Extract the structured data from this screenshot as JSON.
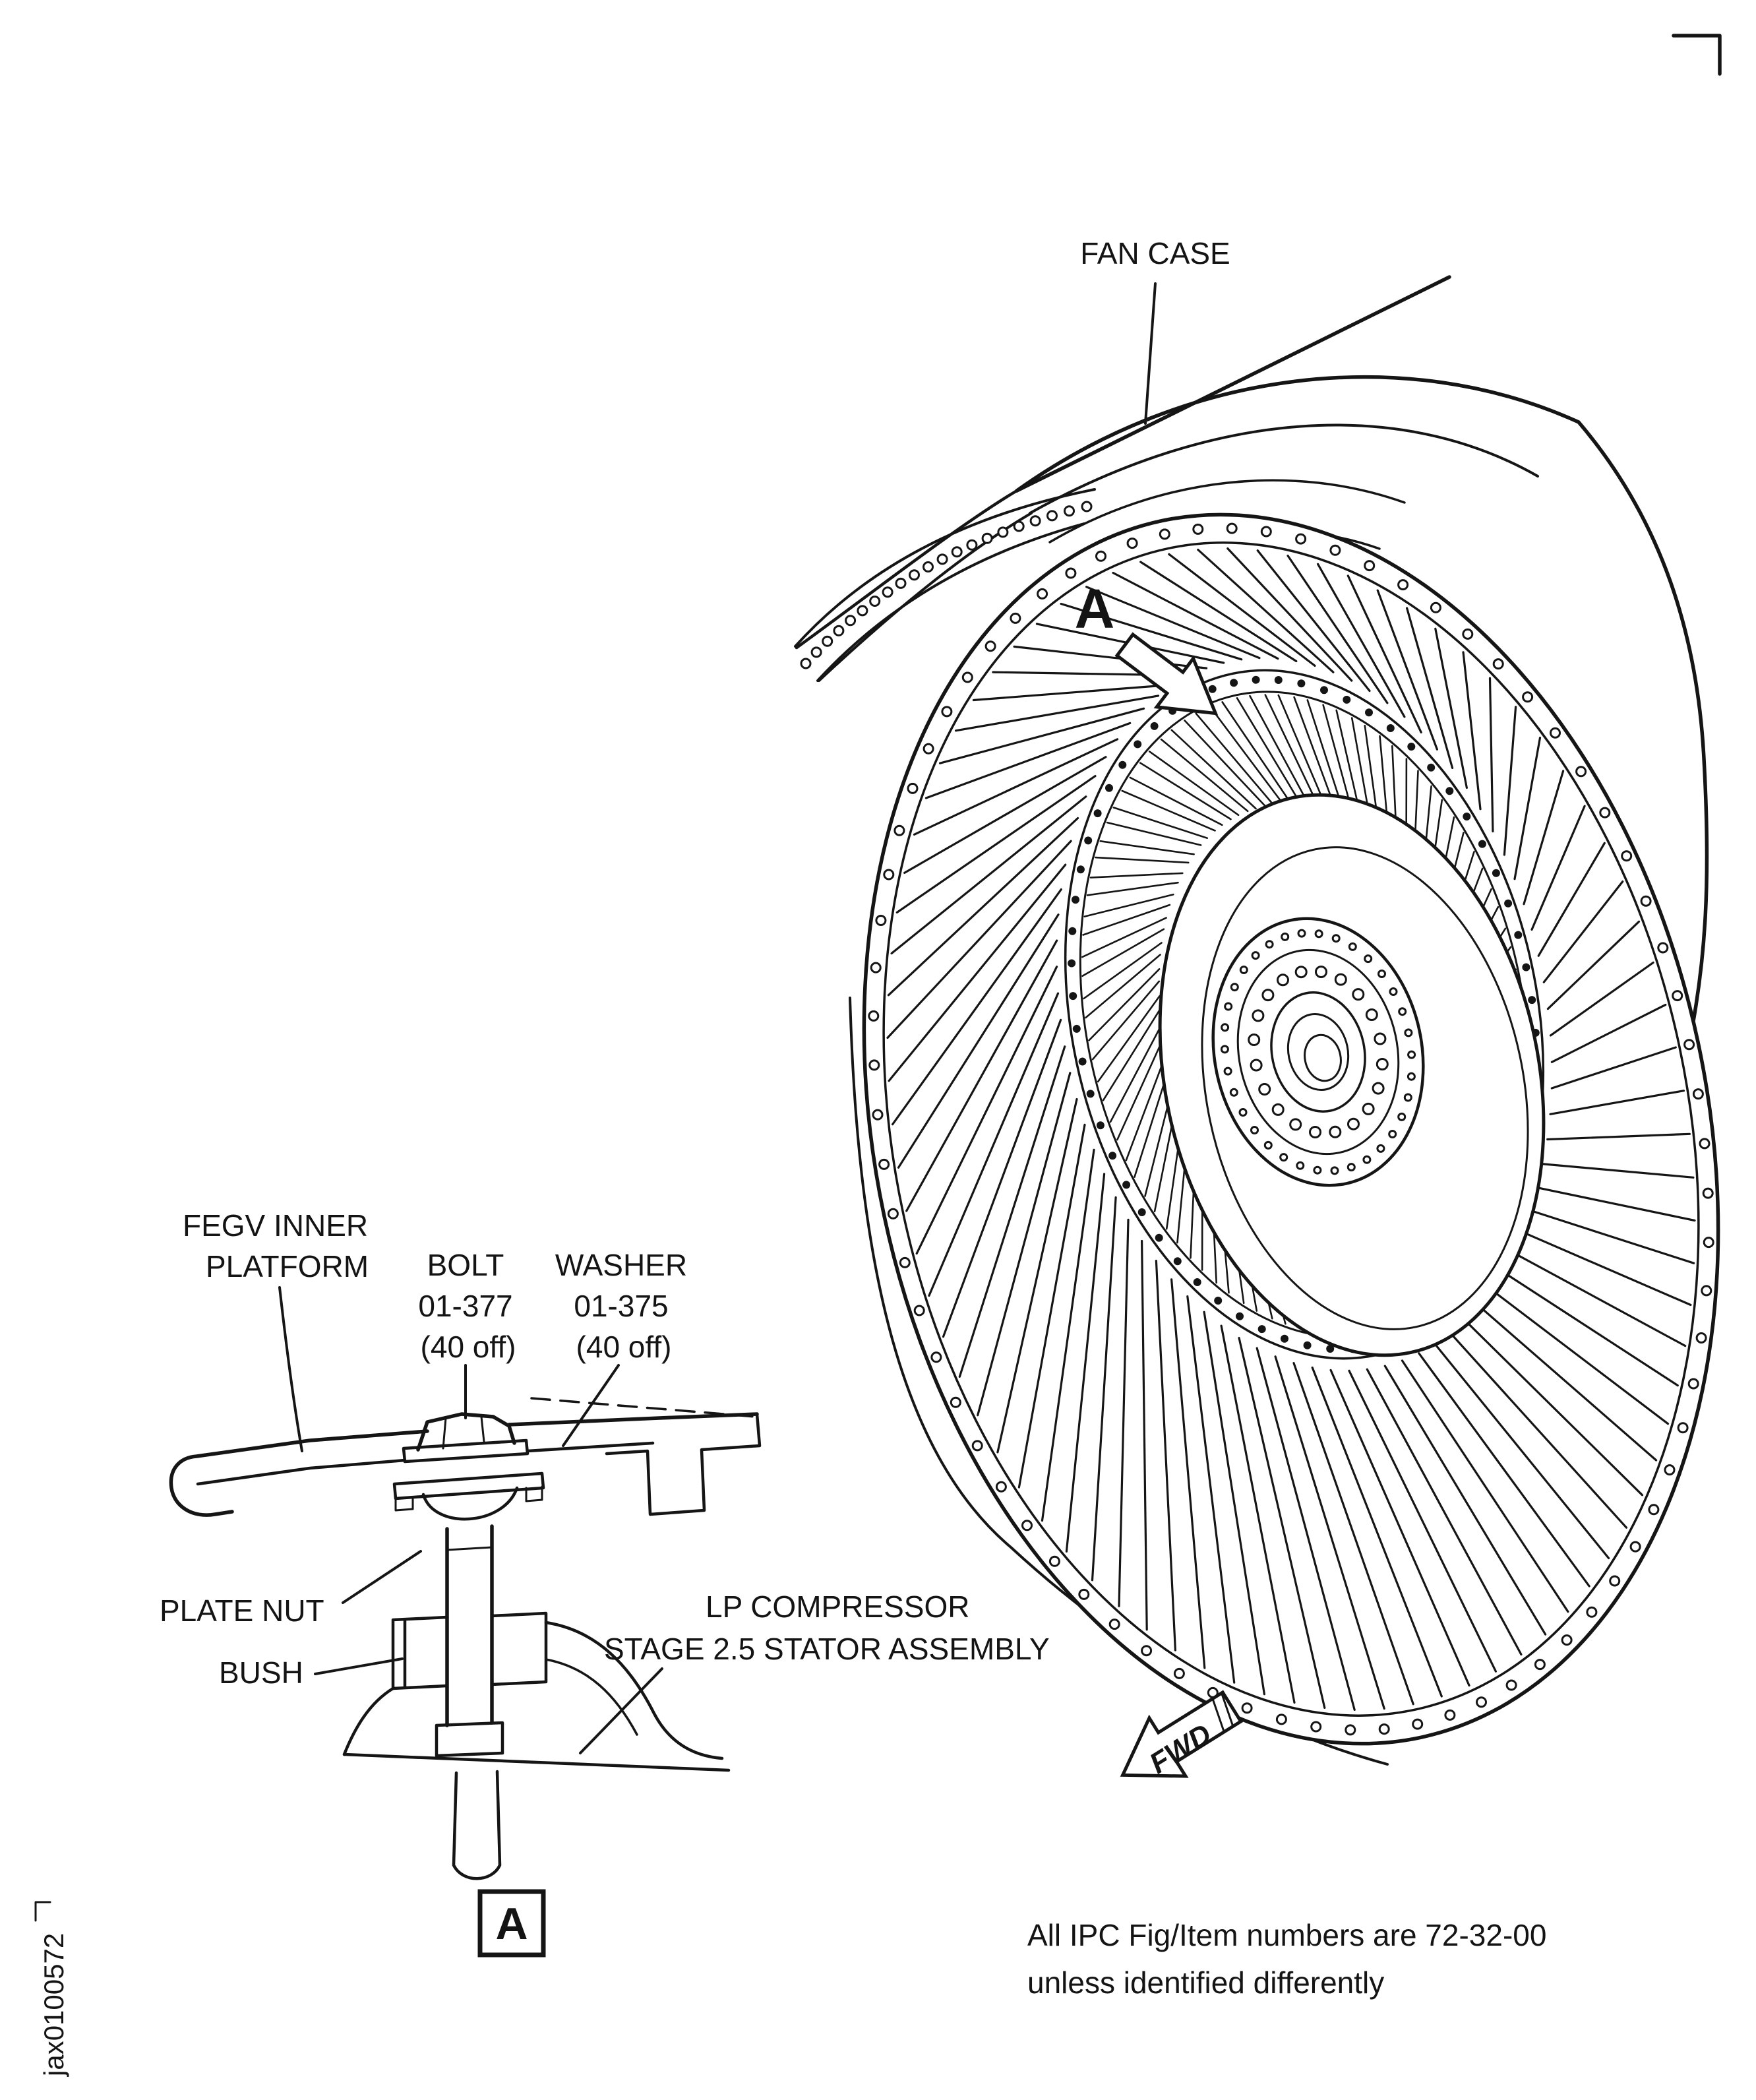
{
  "doc_id": "jax0100572",
  "colors": {
    "ink": "#151515",
    "paper": "#ffffff"
  },
  "labels": {
    "fan_case": "FAN CASE",
    "detail_marker": "A",
    "detail_box": "A",
    "fwd": "FWD",
    "fegv_line1": "FEGV INNER",
    "fegv_line2": "PLATFORM",
    "bolt_name": "BOLT",
    "bolt_item": "01-377",
    "bolt_qty": "(40 off)",
    "washer_name": "WASHER",
    "washer_item": "01-375",
    "washer_qty": "(40 off)",
    "plate_nut": "PLATE NUT",
    "bush": "BUSH",
    "lp_line1": "LP COMPRESSOR",
    "lp_line2": "STAGE 2.5 STATOR ASSEMBLY",
    "note_line1": "All IPC Fig/Item numbers are 72-32-00",
    "note_line2": "unless identified differently"
  }
}
